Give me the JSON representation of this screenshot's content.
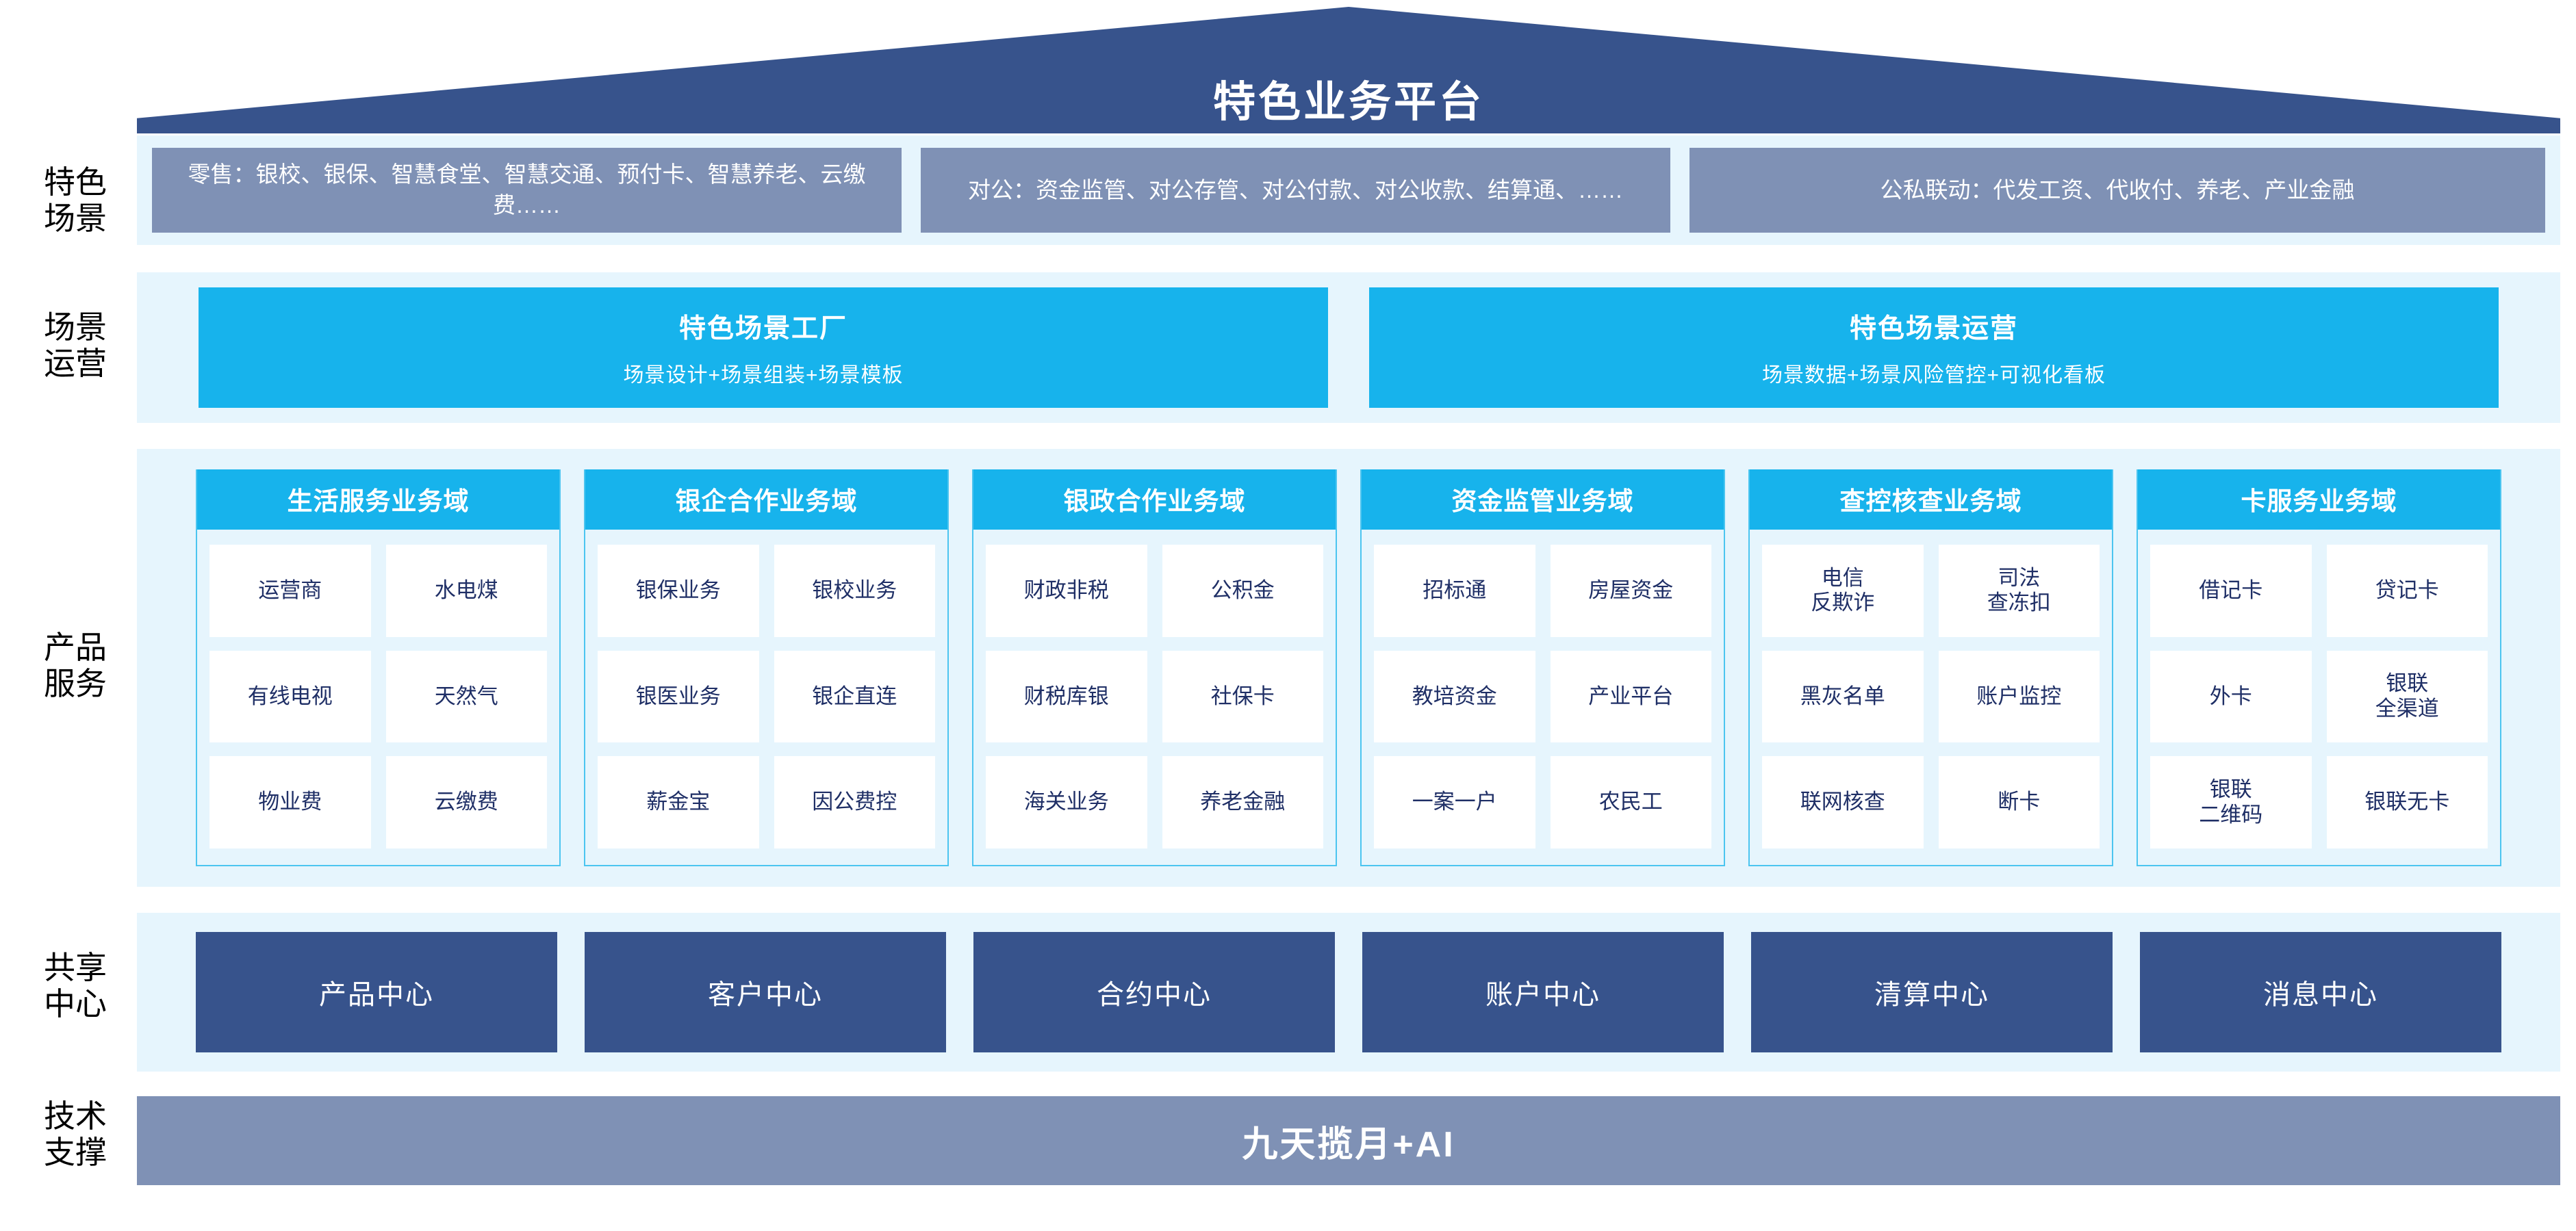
{
  "header": {
    "title": "特色业务平台"
  },
  "rows": {
    "scene_label": "特色\n场景",
    "ops_label": "场景\n运营",
    "product_label": "产品\n服务",
    "shared_label": "共享\n中心",
    "tech_label": "技术\n支撑"
  },
  "scenarios": [
    {
      "text": "零售：银校、银保、智慧食堂、智慧交通、预付卡、智慧养老、云缴费……"
    },
    {
      "text": "对公：资金监管、对公存管、对公付款、对公收款、结算通、……"
    },
    {
      "text": "公私联动：代发工资、代收付、养老、产业金融"
    }
  ],
  "operations": [
    {
      "title": "特色场景工厂",
      "subtitle": "场景设计+场景组装+场景模板"
    },
    {
      "title": "特色场景运营",
      "subtitle": "场景数据+场景风险管控+可视化看板"
    }
  ],
  "domains": [
    {
      "title": "生活服务业务域",
      "items": [
        "运营商",
        "水电煤",
        "有线电视",
        "天然气",
        "物业费",
        "云缴费"
      ]
    },
    {
      "title": "银企合作业务域",
      "items": [
        "银保业务",
        "银校业务",
        "银医业务",
        "银企直连",
        "薪金宝",
        "因公费控"
      ]
    },
    {
      "title": "银政合作业务域",
      "items": [
        "财政非税",
        "公积金",
        "财税库银",
        "社保卡",
        "海关业务",
        "养老金融"
      ]
    },
    {
      "title": "资金监管业务域",
      "items": [
        "招标通",
        "房屋资金",
        "教培资金",
        "产业平台",
        "一案一户",
        "农民工"
      ]
    },
    {
      "title": "查控核查业务域",
      "items": [
        "电信\n反欺诈",
        "司法\n查冻扣",
        "黑灰名单",
        "账户监控",
        "联网核查",
        "断卡"
      ]
    },
    {
      "title": "卡服务业务域",
      "items": [
        "借记卡",
        "贷记卡",
        "外卡",
        "银联\n全渠道",
        "银联\n二维码",
        "银联无卡"
      ]
    }
  ],
  "shared_centers": [
    {
      "label": "产品中心"
    },
    {
      "label": "客户中心"
    },
    {
      "label": "合约中心"
    },
    {
      "label": "账户中心"
    },
    {
      "label": "清算中心"
    },
    {
      "label": "消息中心"
    }
  ],
  "tech": {
    "title": "九天揽月+AI"
  },
  "colors": {
    "roof": "#37538c",
    "band_bg": "#e6f5fd",
    "scenario_box": "#7f91b5",
    "accent_cyan": "#17b3ec",
    "domain_border": "#4cc5f0",
    "chip_bg": "#ffffff",
    "chip_text": "#1f2f66",
    "shared_box": "#37538c",
    "tech_bar": "#7f91b5"
  }
}
